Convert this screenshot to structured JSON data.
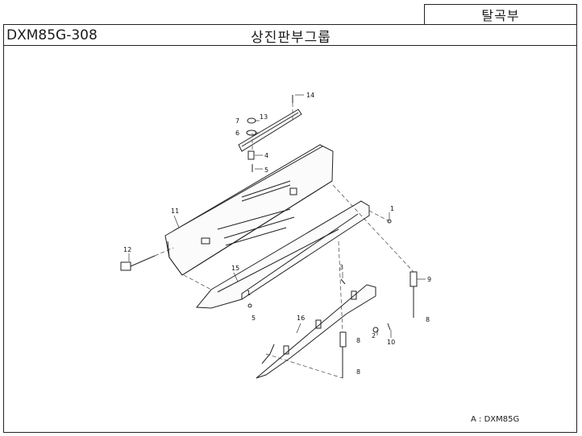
{
  "header": {
    "section": "탈곡부",
    "model_code": "DXM85G-308",
    "group_title": "상진판부그룹"
  },
  "callouts": [
    "14",
    "13",
    "7",
    "6",
    "4",
    "5",
    "11",
    "1",
    "12",
    "15",
    "1",
    "3",
    "9",
    "2",
    "10",
    "8",
    "5",
    "16",
    "8",
    "8"
  ],
  "footer": {
    "applies_to": "A : DXM85G"
  }
}
